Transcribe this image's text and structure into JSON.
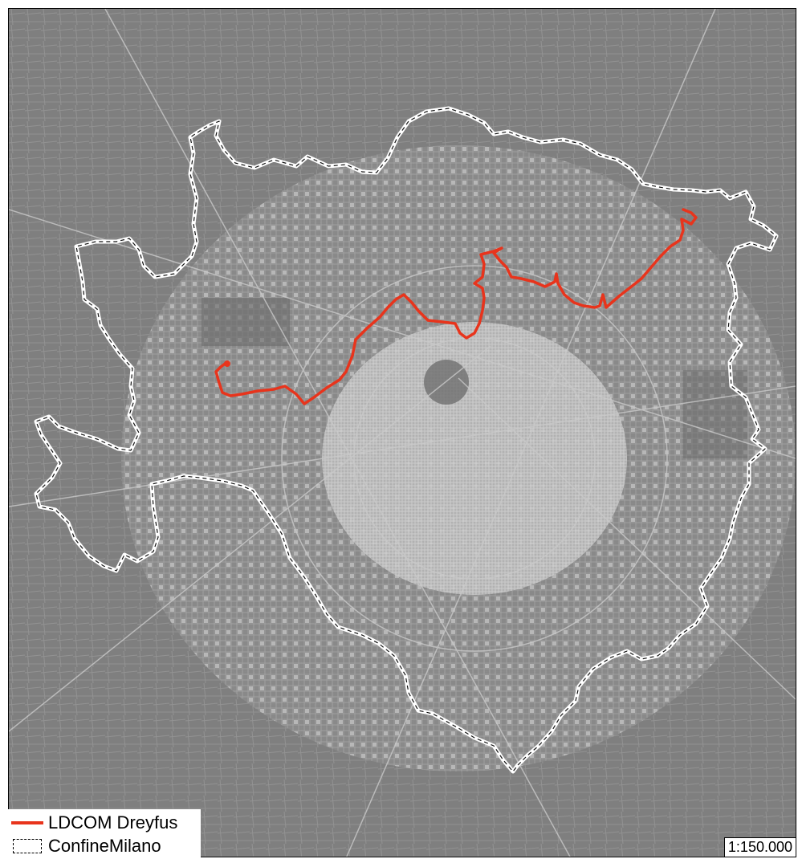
{
  "map": {
    "background_color": "#8c8c8c",
    "boundary_color": "#ffffff",
    "route_color": "#e8341c"
  },
  "legend": {
    "items": [
      {
        "label": "LDCOM Dreyfus",
        "symbol": "red-line-icon",
        "color": "#e8341c"
      },
      {
        "label": "ConfineMilano",
        "symbol": "dashed-box-icon",
        "color": "#000000"
      }
    ]
  },
  "scale": {
    "text": "1:150.000"
  }
}
